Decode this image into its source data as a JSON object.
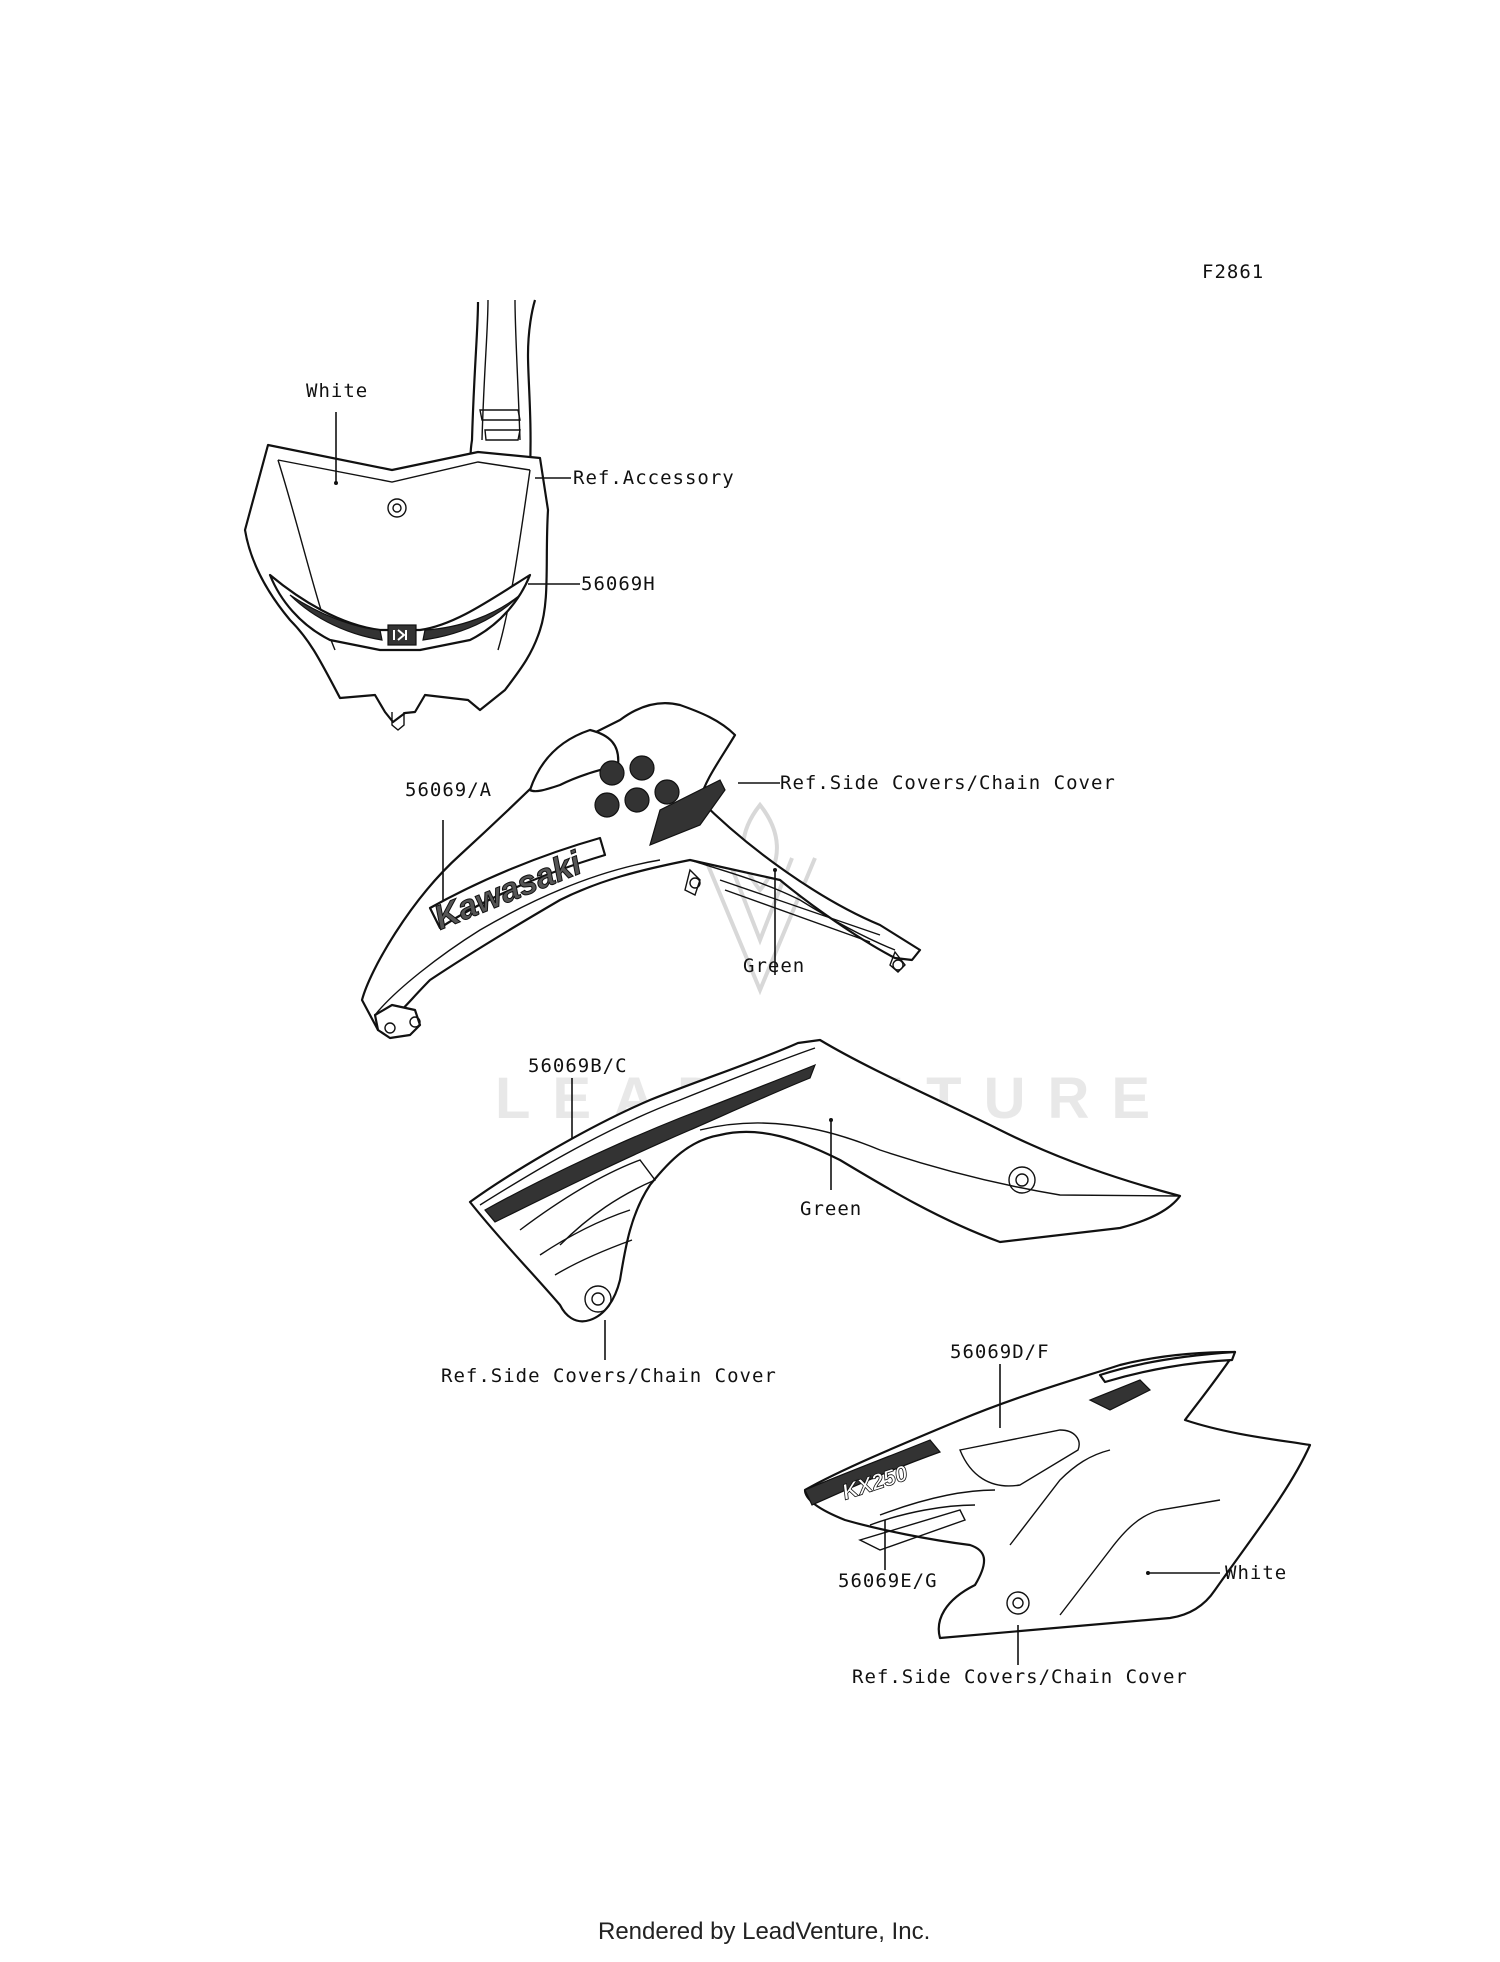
{
  "figure_id": "F2861",
  "labels": {
    "number_plate_color": "White",
    "number_plate_ref": "Ref.Accessory",
    "number_plate_part": "56069H",
    "shroud_part": "56069/A",
    "shroud_ref": "Ref.Side Covers/Chain Cover",
    "shroud_color": "Green",
    "lower_shroud_part": "56069B/C",
    "lower_shroud_color": "Green",
    "lower_shroud_ref": "Ref.Side Covers/Chain Cover",
    "side_cover_part_top": "56069D/F",
    "side_cover_part_bottom": "56069E/G",
    "side_cover_color": "White",
    "side_cover_ref": "Ref.Side Covers/Chain Cover"
  },
  "decal_text": {
    "brand": "Kawasaki",
    "model": "KX250"
  },
  "watermark": "LEADVENTURE",
  "footer": "Rendered by LeadVenture, Inc."
}
